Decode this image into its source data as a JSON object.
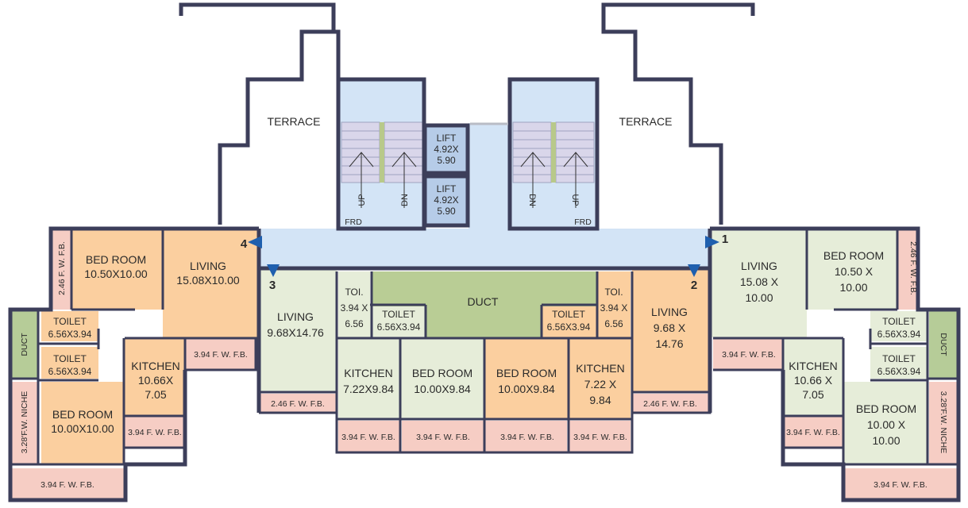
{
  "colors": {
    "terrace": "#ffffff",
    "wall": "#3c3e5a",
    "orange_room": "#fbcf9f",
    "green_room": "#e6edd9",
    "fb_pink": "#f6cdc4",
    "duct_green": "#b9cd95",
    "duct_side_green": "#b6cc98",
    "lobby_blue": "#d3e4f6",
    "lift_blue": "#b6cce8",
    "arrow_blue": "#1f5fae"
  },
  "icons": {
    "flat_arrow": "triangle-arrow-icon",
    "staircase": "staircase-icon"
  },
  "labels": {
    "terrace_left": "TERRACE",
    "terrace_right": "TERRACE",
    "lift1": [
      "LIFT",
      "4.92X",
      "5.90"
    ],
    "lift2": [
      "LIFT",
      "4.92X",
      "5.90"
    ],
    "stair_left_up": "UP",
    "stair_left_dn": "DN",
    "stair_right_dn": "DN",
    "stair_right_up": "UP",
    "frd_left": "FRD",
    "frd_right": "FRD",
    "duct_center": "DUCT",
    "duct_left": "DUCT",
    "duct_right": "DUCT",
    "flat_numbers": {
      "f1": "1",
      "f2": "2",
      "f3": "3",
      "f4": "4"
    },
    "flat4": {
      "bed1": [
        "BED ROOM",
        "10.50X10.00"
      ],
      "living": [
        "LIVING",
        "15.08X10.00"
      ],
      "fb_vertical": "2.46 F. W. F.B.",
      "fb_living": "3.94 F. W. F.B."
    },
    "flat_left_small": {
      "toilet1": [
        "TOILET",
        "6.56X3.94"
      ],
      "toilet2": [
        "TOILET",
        "6.56X3.94"
      ],
      "kitchen": [
        "KITCHEN",
        "10.66X",
        "7.05"
      ],
      "bed": [
        "BED ROOM",
        "10.00X10.00"
      ],
      "niche": "3.28'F.W. NICHE",
      "fb_kitchen": "3.94 F. W. F.B.",
      "fb_bottom": "3.94 F. W. F.B."
    },
    "flat3": {
      "living": [
        "LIVING",
        "9.68X14.76"
      ],
      "toi": [
        "TOI.",
        "3.94 X",
        "6.56"
      ],
      "toilet": [
        "TOILET",
        "6.56X3.94"
      ],
      "kitchen": [
        "KITCHEN",
        "7.22X9.84"
      ],
      "bed": [
        "BED ROOM",
        "10.00X9.84"
      ],
      "fb_living": "2.46 F. W. F.B.",
      "fb_kitchen": "3.94 F. W. F.B.",
      "fb_bed": "3.94 F. W. F.B."
    },
    "flat2": {
      "bed": [
        "BED ROOM",
        "10.00X9.84"
      ],
      "toilet": [
        "TOILET",
        "6.56X3.94"
      ],
      "toi": [
        "TOI.",
        "3.94 X",
        "6.56"
      ],
      "kitchen": [
        "KITCHEN",
        "7.22 X",
        "9.84"
      ],
      "living": [
        "LIVING",
        "9.68 X",
        "14.76"
      ],
      "fb_bed": "3.94 F. W. F.B.",
      "fb_kitchen": "3.94 F. W. F.B.",
      "fb_living": "2.46 F. W. F.B."
    },
    "flat1": {
      "living": [
        "LIVING",
        "15.08 X",
        "10.00"
      ],
      "bed1": [
        "BED ROOM",
        "10.50 X",
        "10.00"
      ],
      "fb_vertical": "2.46 F. W. F.B.",
      "fb_living": "3.94 F. W. F.B."
    },
    "flat_right_small": {
      "kitchen": [
        "KITCHEN",
        "10.66 X",
        "7.05"
      ],
      "toilet1": [
        "TOILET",
        "6.56X3.94"
      ],
      "toilet2": [
        "TOILET",
        "6.56X3.94"
      ],
      "bed": [
        "BED ROOM",
        "10.00 X",
        "10.00"
      ],
      "niche": "3.28'F.W. NICHE",
      "fb_kitchen": "3.94 F. W. F.B.",
      "fb_bottom": "3.94 F. W. F.B."
    }
  }
}
